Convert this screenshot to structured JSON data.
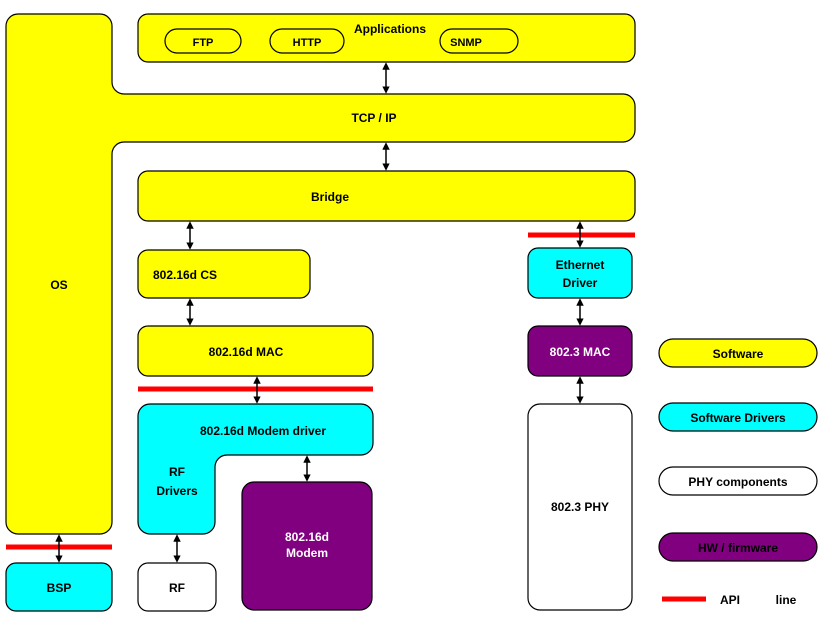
{
  "colors": {
    "software": "#ffff00",
    "software_drivers": "#00ffff",
    "phy_components": "#ffffff",
    "hw_firmware": "#800080",
    "api_line": "#ff0000",
    "stroke": "#000000"
  },
  "blocks": {
    "os": "OS",
    "applications": "Applications",
    "ftp": "FTP",
    "http": "HTTP",
    "snmp": "SNMP",
    "tcp_ip": "TCP / IP",
    "bridge": "Bridge",
    "cs": "802.16d CS",
    "mac": "802.16d MAC",
    "modem_driver": "802.16d Modem driver",
    "rf_drivers_line1": "RF",
    "rf_drivers_line2": "Drivers",
    "modem_line1": "802.16d",
    "modem_line2": "Modem",
    "rf": "RF",
    "bsp": "BSP",
    "ethernet_driver_line1": "Ethernet",
    "ethernet_driver_line2": "Driver",
    "mac_8023": "802.3 MAC",
    "phy_8023": "802.3 PHY"
  },
  "legend": {
    "software": "Software",
    "software_drivers": "Software Drivers",
    "phy_components": "PHY components",
    "hw_firmware": "HW / firmware",
    "api_word": "API",
    "line_word": "line"
  }
}
